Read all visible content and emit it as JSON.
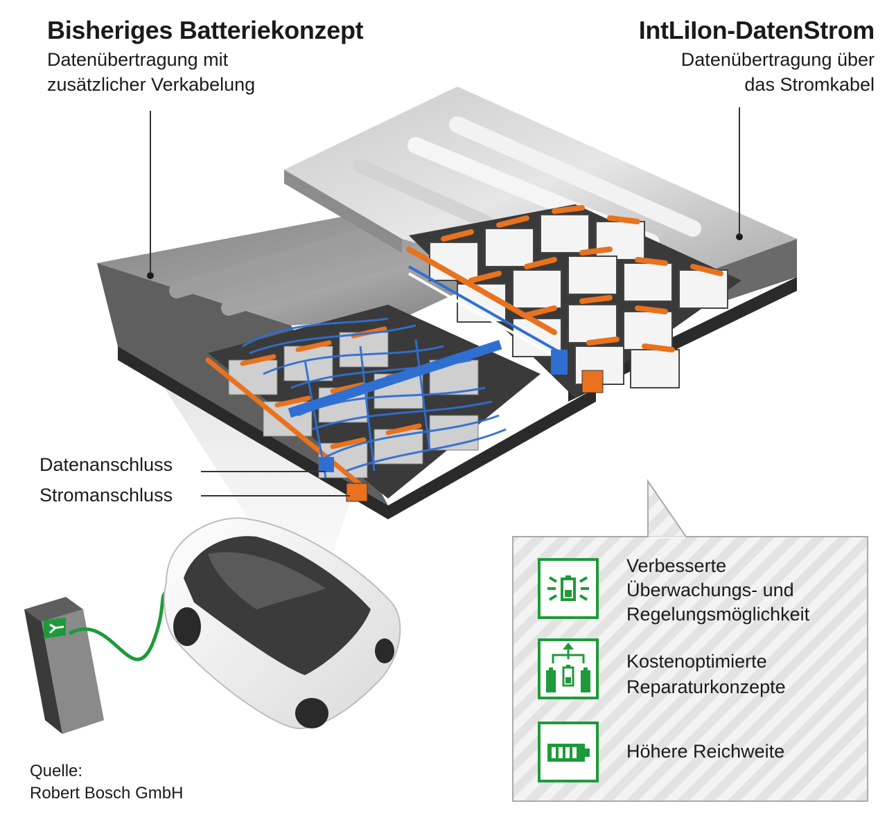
{
  "left_concept": {
    "title": "Bisheriges Batteriekonzept",
    "line1": "Datenübertragung mit",
    "line2": "zusätzlicher Verkabelung"
  },
  "right_concept": {
    "title": "IntLiIon-DatenStrom",
    "line1": "Datenübertragung über",
    "line2": "das Stromkabel"
  },
  "connectors": {
    "data": "Datenanschluss",
    "power": "Stromanschluss"
  },
  "benefits": [
    {
      "icon": "battery-monitoring-icon",
      "lines": [
        "Verbesserte",
        "Überwachungs- und",
        "Regelungsmöglichkeit"
      ]
    },
    {
      "icon": "battery-repair-icon",
      "lines": [
        "Kostenoptimierte",
        "Reparaturkonzepte"
      ]
    },
    {
      "icon": "battery-full-icon",
      "lines": [
        "Höhere Reichweite"
      ]
    }
  ],
  "source": {
    "label": "Quelle:",
    "name": "Robert Bosch GmbH"
  },
  "colors": {
    "accent_green": "#1e9a3a",
    "cable_orange": "#e8721e",
    "data_cable_blue": "#2f6fd1",
    "housing_grey": "#8a8a8a"
  }
}
